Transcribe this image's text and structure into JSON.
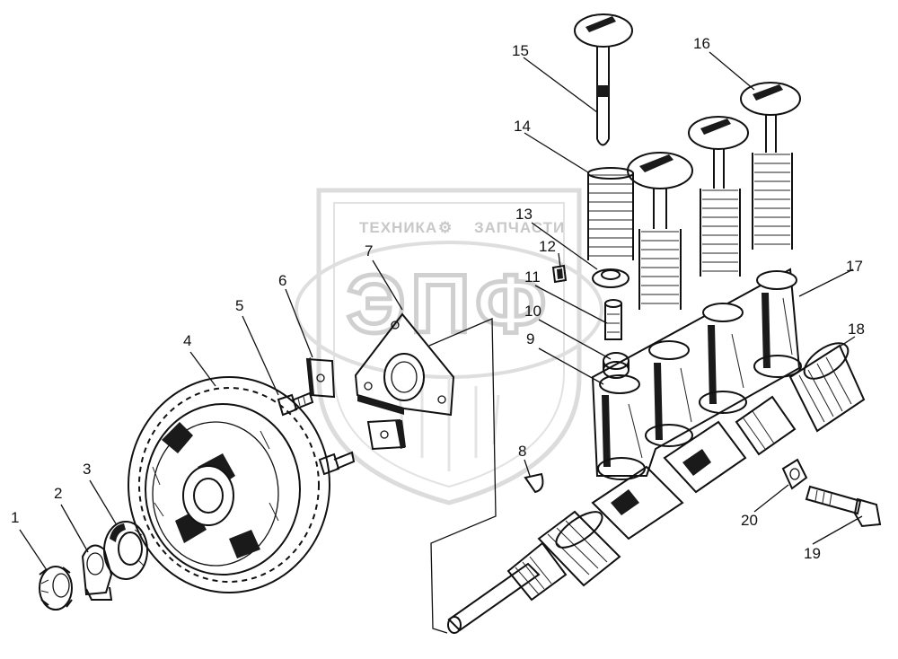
{
  "watermark": {
    "top_text_left": "ТЕХНИКА",
    "top_text_right": "ЗАПЧАСТИ",
    "logo": "ЭПФ",
    "gear_symbol": "⚙"
  },
  "callouts": [
    "1",
    "2",
    "3",
    "4",
    "5",
    "6",
    "7",
    "8",
    "9",
    "10",
    "11",
    "12",
    "13",
    "14",
    "15",
    "16",
    "17",
    "18",
    "19",
    "20"
  ]
}
